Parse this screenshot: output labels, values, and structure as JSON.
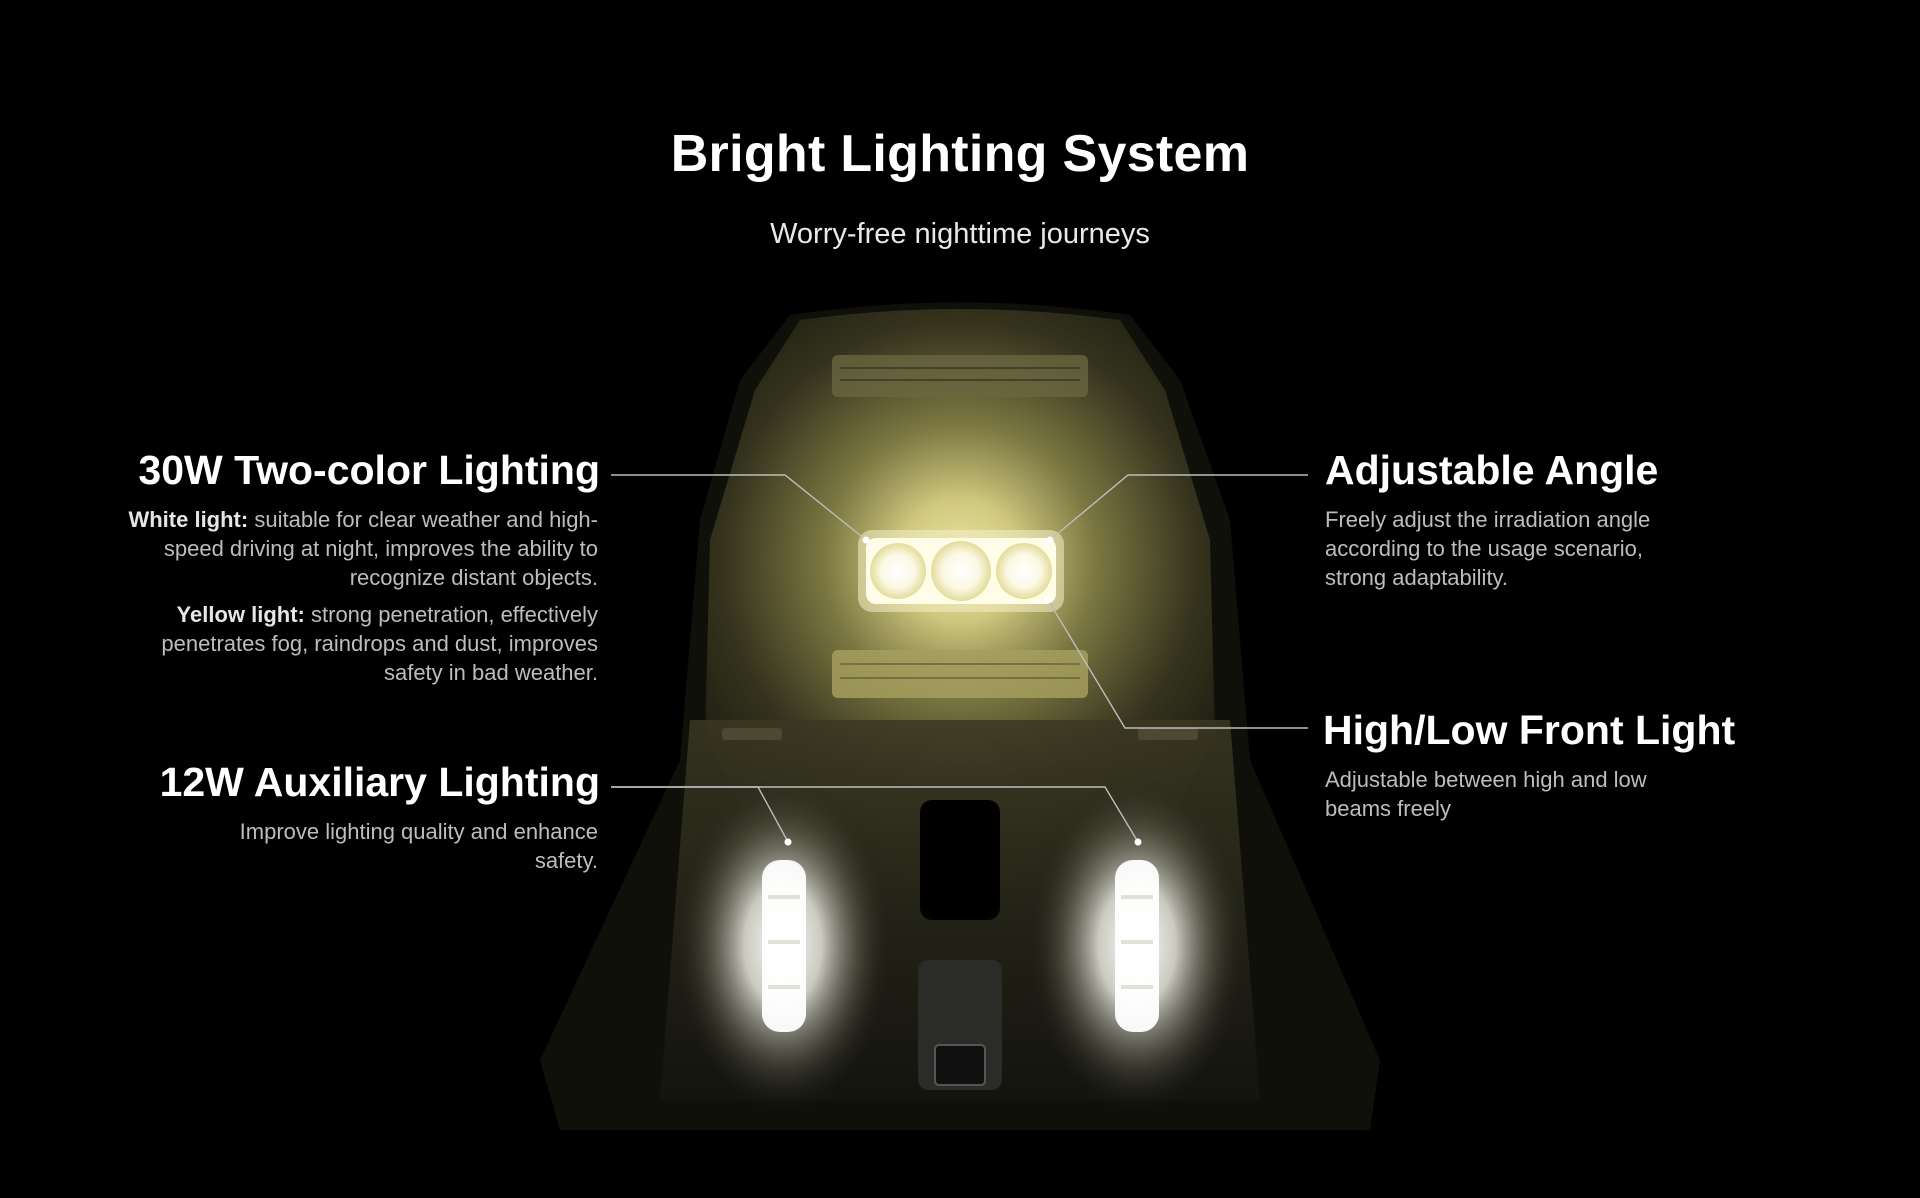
{
  "header": {
    "title": "Bright Lighting System",
    "subtitle": "Worry-free nighttime journeys"
  },
  "callouts": {
    "main_light": {
      "heading": "30W Two-color Lighting",
      "white_label": "White light:",
      "white_text": "suitable for clear weather and high-speed driving at night, improves the ability to recognize distant objects.",
      "yellow_label": "Yellow light:",
      "yellow_text": "strong penetration, effectively penetrates fog, raindrops and dust, improves safety in bad weather."
    },
    "auxiliary": {
      "heading": "12W Auxiliary Lighting",
      "text": "Improve lighting quality and enhance safety."
    },
    "angle": {
      "heading": "Adjustable Angle",
      "text": "Freely adjust the irradiation angle according to the usage scenario, strong adaptability."
    },
    "front_light": {
      "heading": "High/Low Front Light",
      "text": "Adjustable between high and low beams freely"
    }
  },
  "colors": {
    "background": "#000000",
    "main_glow": "#e8e29a",
    "aux_glow": "#ffffff",
    "body_dark": "#2a2a1e"
  }
}
